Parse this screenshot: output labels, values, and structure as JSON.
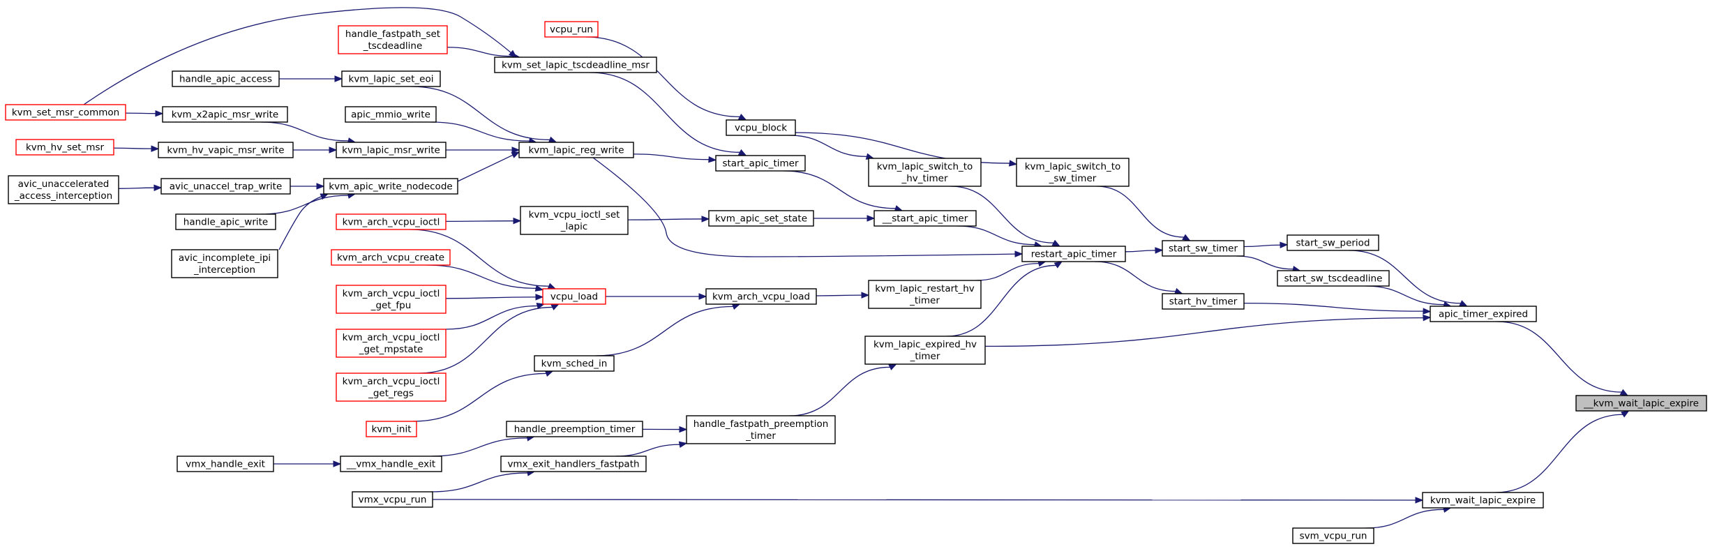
{
  "colors": {
    "edge": "#191970",
    "node_border": "#000000",
    "external_node_border": "#ff0000",
    "focus_fill": "#bfbfbf"
  },
  "nodes": [
    {
      "id": "kvm_set_msr_common",
      "lines": [
        "kvm_set_msr_common"
      ],
      "style": "red"
    },
    {
      "id": "kvm_hv_set_msr",
      "lines": [
        "kvm_hv_set_msr"
      ],
      "style": "red"
    },
    {
      "id": "avic_unaccel_access",
      "lines": [
        "avic_unaccelerated",
        "_access_interception"
      ],
      "style": "normal"
    },
    {
      "id": "handle_fastpath_set_tscdeadline",
      "lines": [
        "handle_fastpath_set",
        "_tscdeadline"
      ],
      "style": "red"
    },
    {
      "id": "handle_apic_access",
      "lines": [
        "handle_apic_access"
      ],
      "style": "normal"
    },
    {
      "id": "kvm_x2apic_msr_write",
      "lines": [
        "kvm_x2apic_msr_write"
      ],
      "style": "normal"
    },
    {
      "id": "kvm_hv_vapic_msr_write",
      "lines": [
        "kvm_hv_vapic_msr_write"
      ],
      "style": "normal"
    },
    {
      "id": "avic_unaccel_trap_write",
      "lines": [
        "avic_unaccel_trap_write"
      ],
      "style": "normal"
    },
    {
      "id": "handle_apic_write",
      "lines": [
        "handle_apic_write"
      ],
      "style": "normal"
    },
    {
      "id": "avic_incomplete_ipi",
      "lines": [
        "avic_incomplete_ipi",
        "_interception"
      ],
      "style": "normal"
    },
    {
      "id": "vcpu_run",
      "lines": [
        "vcpu_run"
      ],
      "style": "red"
    },
    {
      "id": "kvm_lapic_set_eoi",
      "lines": [
        "kvm_lapic_set_eoi"
      ],
      "style": "normal"
    },
    {
      "id": "apic_mmio_write",
      "lines": [
        "apic_mmio_write"
      ],
      "style": "normal"
    },
    {
      "id": "kvm_lapic_msr_write",
      "lines": [
        "kvm_lapic_msr_write"
      ],
      "style": "normal"
    },
    {
      "id": "kvm_apic_write_nodecode",
      "lines": [
        "kvm_apic_write_nodecode"
      ],
      "style": "normal"
    },
    {
      "id": "kvm_arch_vcpu_ioctl",
      "lines": [
        "kvm_arch_vcpu_ioctl"
      ],
      "style": "red"
    },
    {
      "id": "kvm_arch_vcpu_create",
      "lines": [
        "kvm_arch_vcpu_create"
      ],
      "style": "red"
    },
    {
      "id": "kvm_arch_vcpu_ioctl_get_fpu",
      "lines": [
        "kvm_arch_vcpu_ioctl",
        "_get_fpu"
      ],
      "style": "red"
    },
    {
      "id": "kvm_arch_vcpu_ioctl_get_mpstate",
      "lines": [
        "kvm_arch_vcpu_ioctl",
        "_get_mpstate"
      ],
      "style": "red"
    },
    {
      "id": "kvm_arch_vcpu_ioctl_get_regs",
      "lines": [
        "kvm_arch_vcpu_ioctl",
        "_get_regs"
      ],
      "style": "red"
    },
    {
      "id": "kvm_init",
      "lines": [
        "kvm_init"
      ],
      "style": "red"
    },
    {
      "id": "vmx_handle_exit",
      "lines": [
        "vmx_handle_exit"
      ],
      "style": "normal"
    },
    {
      "id": "vmx_vcpu_run",
      "lines": [
        "vmx_vcpu_run"
      ],
      "style": "normal"
    },
    {
      "id": "kvm_set_lapic_tscdeadline_msr",
      "lines": [
        "kvm_set_lapic_tscdeadline_msr"
      ],
      "style": "normal"
    },
    {
      "id": "kvm_lapic_reg_write",
      "lines": [
        "kvm_lapic_reg_write"
      ],
      "style": "normal"
    },
    {
      "id": "kvm_vcpu_ioctl_set_lapic",
      "lines": [
        "kvm_vcpu_ioctl_set",
        "_lapic"
      ],
      "style": "normal"
    },
    {
      "id": "vcpu_load",
      "lines": [
        "vcpu_load"
      ],
      "style": "red"
    },
    {
      "id": "kvm_sched_in",
      "lines": [
        "kvm_sched_in"
      ],
      "style": "normal"
    },
    {
      "id": "handle_preemption_timer",
      "lines": [
        "handle_preemption_timer"
      ],
      "style": "normal"
    },
    {
      "id": "vmx_handle_exit_inner",
      "lines": [
        "__vmx_handle_exit"
      ],
      "style": "normal"
    },
    {
      "id": "vmx_exit_handlers_fastpath",
      "lines": [
        "vmx_exit_handlers_fastpath"
      ],
      "style": "normal"
    },
    {
      "id": "start_apic_timer",
      "lines": [
        "start_apic_timer"
      ],
      "style": "normal"
    },
    {
      "id": "kvm_apic_set_state",
      "lines": [
        "kvm_apic_set_state"
      ],
      "style": "normal"
    },
    {
      "id": "kvm_arch_vcpu_load",
      "lines": [
        "kvm_arch_vcpu_load"
      ],
      "style": "normal"
    },
    {
      "id": "handle_fastpath_preemption_timer",
      "lines": [
        "handle_fastpath_preemption",
        "_timer"
      ],
      "style": "normal"
    },
    {
      "id": "vcpu_block",
      "lines": [
        "vcpu_block"
      ],
      "style": "normal"
    },
    {
      "id": "kvm_lapic_switch_to_hv_timer",
      "lines": [
        "kvm_lapic_switch_to",
        "_hv_timer"
      ],
      "style": "normal"
    },
    {
      "id": "start_apic_timer_inner",
      "lines": [
        "__start_apic_timer"
      ],
      "style": "normal"
    },
    {
      "id": "kvm_lapic_restart_hv_timer",
      "lines": [
        "kvm_lapic_restart_hv",
        "_timer"
      ],
      "style": "normal"
    },
    {
      "id": "kvm_lapic_expired_hv_timer",
      "lines": [
        "kvm_lapic_expired_hv",
        "_timer"
      ],
      "style": "normal"
    },
    {
      "id": "kvm_lapic_switch_to_sw_timer",
      "lines": [
        "kvm_lapic_switch_to",
        "_sw_timer"
      ],
      "style": "normal"
    },
    {
      "id": "restart_apic_timer",
      "lines": [
        "restart_apic_timer"
      ],
      "style": "normal"
    },
    {
      "id": "start_sw_timer",
      "lines": [
        "start_sw_timer"
      ],
      "style": "normal"
    },
    {
      "id": "start_hv_timer",
      "lines": [
        "start_hv_timer"
      ],
      "style": "normal"
    },
    {
      "id": "start_sw_period",
      "lines": [
        "start_sw_period"
      ],
      "style": "normal"
    },
    {
      "id": "start_sw_tscdeadline",
      "lines": [
        "start_sw_tscdeadline"
      ],
      "style": "normal"
    },
    {
      "id": "apic_timer_expired",
      "lines": [
        "apic_timer_expired"
      ],
      "style": "normal"
    },
    {
      "id": "kvm_wait_lapic_expire",
      "lines": [
        "kvm_wait_lapic_expire"
      ],
      "style": "normal"
    },
    {
      "id": "svm_vcpu_run",
      "lines": [
        "svm_vcpu_run"
      ],
      "style": "normal"
    },
    {
      "id": "kvm_wait_lapic_expire_inner",
      "lines": [
        "__kvm_wait_lapic_expire"
      ],
      "style": "focus"
    }
  ],
  "edges": [
    [
      "kvm_set_msr_common",
      "kvm_x2apic_msr_write"
    ],
    [
      "kvm_set_msr_common",
      "kvm_set_lapic_tscdeadline_msr"
    ],
    [
      "kvm_hv_set_msr",
      "kvm_hv_vapic_msr_write"
    ],
    [
      "avic_unaccel_access",
      "avic_unaccel_trap_write"
    ],
    [
      "handle_fastpath_set_tscdeadline",
      "kvm_set_lapic_tscdeadline_msr"
    ],
    [
      "handle_apic_access",
      "kvm_lapic_set_eoi"
    ],
    [
      "kvm_x2apic_msr_write",
      "kvm_lapic_msr_write"
    ],
    [
      "kvm_hv_vapic_msr_write",
      "kvm_lapic_msr_write"
    ],
    [
      "avic_unaccel_trap_write",
      "kvm_apic_write_nodecode"
    ],
    [
      "handle_apic_write",
      "kvm_apic_write_nodecode"
    ],
    [
      "avic_incomplete_ipi",
      "kvm_apic_write_nodecode"
    ],
    [
      "kvm_lapic_set_eoi",
      "kvm_lapic_reg_write"
    ],
    [
      "apic_mmio_write",
      "kvm_lapic_reg_write"
    ],
    [
      "kvm_lapic_msr_write",
      "kvm_lapic_reg_write"
    ],
    [
      "kvm_apic_write_nodecode",
      "kvm_lapic_reg_write"
    ],
    [
      "kvm_arch_vcpu_ioctl",
      "kvm_vcpu_ioctl_set_lapic"
    ],
    [
      "kvm_arch_vcpu_ioctl",
      "vcpu_load"
    ],
    [
      "kvm_arch_vcpu_create",
      "vcpu_load"
    ],
    [
      "kvm_arch_vcpu_ioctl_get_fpu",
      "vcpu_load"
    ],
    [
      "kvm_arch_vcpu_ioctl_get_mpstate",
      "vcpu_load"
    ],
    [
      "kvm_arch_vcpu_ioctl_get_regs",
      "vcpu_load"
    ],
    [
      "kvm_init",
      "kvm_sched_in"
    ],
    [
      "vmx_handle_exit",
      "vmx_handle_exit_inner"
    ],
    [
      "vmx_handle_exit_inner",
      "handle_preemption_timer"
    ],
    [
      "vmx_vcpu_run",
      "vmx_exit_handlers_fastpath"
    ],
    [
      "vmx_vcpu_run",
      "kvm_wait_lapic_expire"
    ],
    [
      "vcpu_run",
      "vcpu_block"
    ],
    [
      "kvm_set_lapic_tscdeadline_msr",
      "start_apic_timer"
    ],
    [
      "kvm_lapic_reg_write",
      "start_apic_timer"
    ],
    [
      "kvm_lapic_reg_write",
      "restart_apic_timer"
    ],
    [
      "kvm_vcpu_ioctl_set_lapic",
      "kvm_apic_set_state"
    ],
    [
      "vcpu_load",
      "kvm_arch_vcpu_load"
    ],
    [
      "kvm_sched_in",
      "kvm_arch_vcpu_load"
    ],
    [
      "handle_preemption_timer",
      "handle_fastpath_preemption_timer"
    ],
    [
      "vmx_exit_handlers_fastpath",
      "handle_fastpath_preemption_timer"
    ],
    [
      "start_apic_timer",
      "start_apic_timer_inner"
    ],
    [
      "kvm_apic_set_state",
      "start_apic_timer_inner"
    ],
    [
      "kvm_arch_vcpu_load",
      "kvm_lapic_restart_hv_timer"
    ],
    [
      "handle_fastpath_preemption_timer",
      "kvm_lapic_expired_hv_timer"
    ],
    [
      "vcpu_block",
      "kvm_lapic_switch_to_hv_timer"
    ],
    [
      "vcpu_block",
      "kvm_lapic_switch_to_sw_timer"
    ],
    [
      "kvm_lapic_switch_to_hv_timer",
      "restart_apic_timer"
    ],
    [
      "start_apic_timer_inner",
      "restart_apic_timer"
    ],
    [
      "kvm_lapic_restart_hv_timer",
      "restart_apic_timer"
    ],
    [
      "kvm_lapic_expired_hv_timer",
      "restart_apic_timer"
    ],
    [
      "kvm_lapic_expired_hv_timer",
      "apic_timer_expired"
    ],
    [
      "kvm_lapic_switch_to_sw_timer",
      "start_sw_timer"
    ],
    [
      "restart_apic_timer",
      "start_sw_timer"
    ],
    [
      "restart_apic_timer",
      "start_hv_timer"
    ],
    [
      "start_sw_timer",
      "start_sw_period"
    ],
    [
      "start_sw_timer",
      "start_sw_tscdeadline"
    ],
    [
      "start_hv_timer",
      "apic_timer_expired"
    ],
    [
      "start_sw_period",
      "apic_timer_expired"
    ],
    [
      "start_sw_tscdeadline",
      "apic_timer_expired"
    ],
    [
      "apic_timer_expired",
      "kvm_wait_lapic_expire_inner"
    ],
    [
      "kvm_wait_lapic_expire",
      "kvm_wait_lapic_expire_inner"
    ],
    [
      "svm_vcpu_run",
      "kvm_wait_lapic_expire"
    ]
  ]
}
